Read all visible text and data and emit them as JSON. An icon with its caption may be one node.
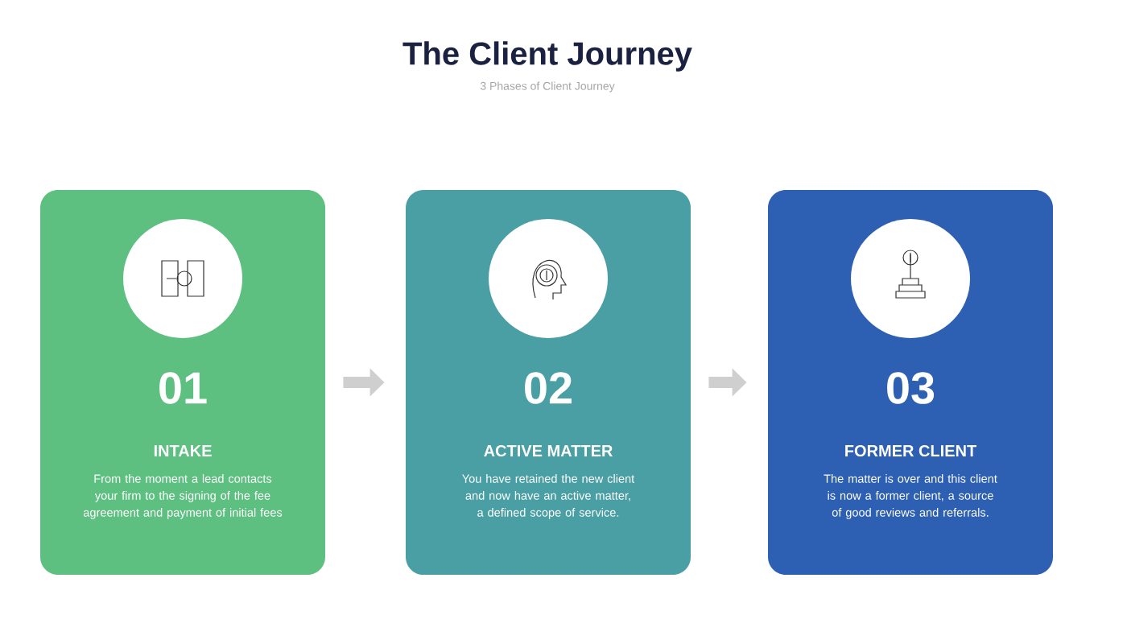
{
  "diagram": {
    "title": "The Client Journey",
    "nodes": [
      {
        "text": [
          "01",
          "INTAKE",
          "From the moment a lead contacts your firm to the signing of the fee agreement and payment of initial fees"
        ]
      },
      {
        "text": [
          "02",
          "ACTIVE MATTER",
          "You have retained the new client and now have an active matter, a defined scope of service."
        ]
      },
      {
        "text": [
          "03",
          "FORMER CLIENT",
          "The matter is over and this client is now a former client, a source of good reviews and referrals."
        ]
      }
    ],
    "edges": [
      {
        "from": 0,
        "to": 1,
        "arrow": "to"
      },
      {
        "from": 1,
        "to": 2,
        "arrow": "to"
      }
    ],
    "labels": [
      "3 Phases of Client Journey"
    ]
  }
}
